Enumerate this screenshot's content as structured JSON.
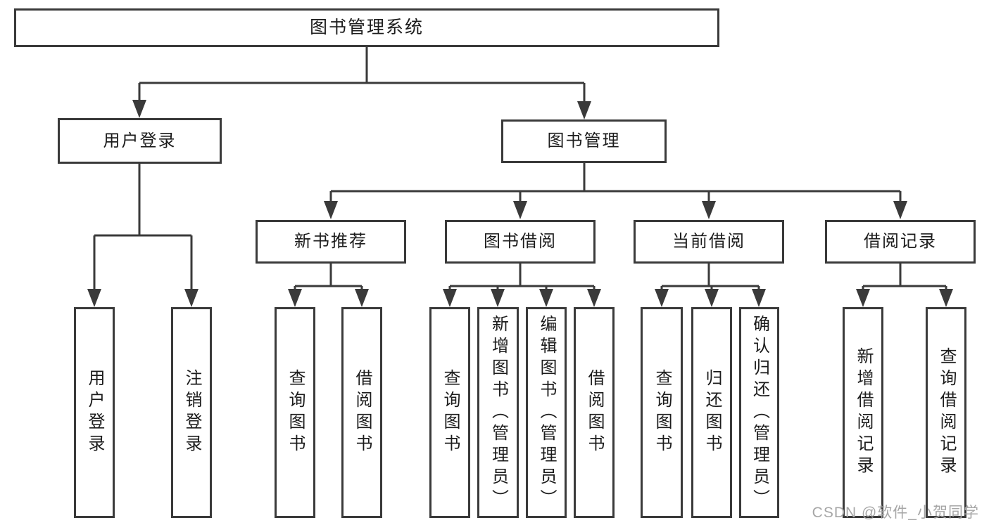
{
  "diagram": {
    "root": {
      "label": "图书管理系统"
    },
    "branches": {
      "user_login": {
        "label": "用户登录",
        "children": [
          {
            "label": "用户登录"
          },
          {
            "label": "注销登录"
          }
        ]
      },
      "book_mgmt": {
        "label": "图书管理",
        "sections": {
          "new_books": {
            "label": "新书推荐",
            "children": [
              {
                "label": "查询图书"
              },
              {
                "label": "借阅图书"
              }
            ]
          },
          "borrow": {
            "label": "图书借阅",
            "children": [
              {
                "label": "查询图书"
              },
              {
                "label": "新增图书（管理员）"
              },
              {
                "label": "编辑图书（管理员）"
              },
              {
                "label": "借阅图书"
              }
            ]
          },
          "current": {
            "label": "当前借阅",
            "children": [
              {
                "label": "查询图书"
              },
              {
                "label": "归还图书"
              },
              {
                "label": "确认归还（管理员）"
              }
            ]
          },
          "records": {
            "label": "借阅记录",
            "children": [
              {
                "label": "新增借阅记录"
              },
              {
                "label": "查询借阅记录"
              }
            ]
          }
        }
      }
    }
  },
  "watermark": {
    "text": "CSDN @软件_小贺同学"
  },
  "colors": {
    "line": "#3a3a3a",
    "text": "#1c1c1c",
    "background": "#ffffff",
    "box_fill": "#ffffff",
    "watermark": "#a6a6a6"
  }
}
